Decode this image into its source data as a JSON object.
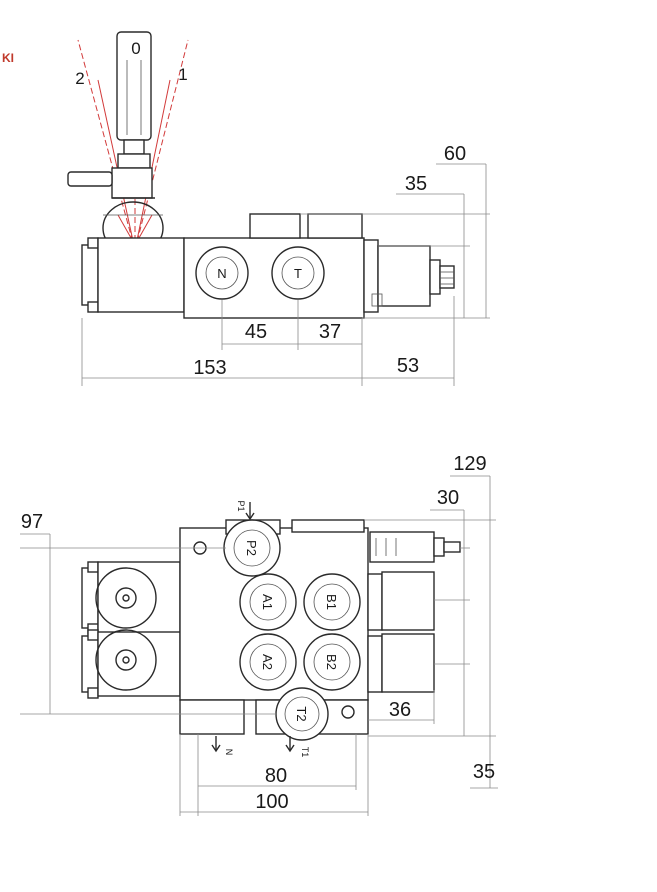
{
  "corner_text": "KI",
  "colors": {
    "line": "#2a2a2a",
    "dimension": "#8a8a8a",
    "red_indicator": "#d23a3a"
  },
  "side_view": {
    "lever_positions": {
      "center": "0",
      "left": "2",
      "right": "1"
    },
    "ports": [
      "N",
      "T"
    ],
    "dimensions": {
      "d60": "60",
      "d35": "35",
      "d45": "45",
      "d37": "37",
      "d153": "153",
      "d53": "53"
    }
  },
  "top_view": {
    "ports": {
      "p2": "P2",
      "a1": "A1",
      "b1": "B1",
      "a2": "A2",
      "b2": "B2",
      "t2": "T2"
    },
    "small_labels": {
      "p1": "P1",
      "n": "N",
      "t1": "T1"
    },
    "dimensions": {
      "d97": "97",
      "d129": "129",
      "d30": "30",
      "d36": "36",
      "d35": "35",
      "d80": "80",
      "d100": "100"
    }
  }
}
